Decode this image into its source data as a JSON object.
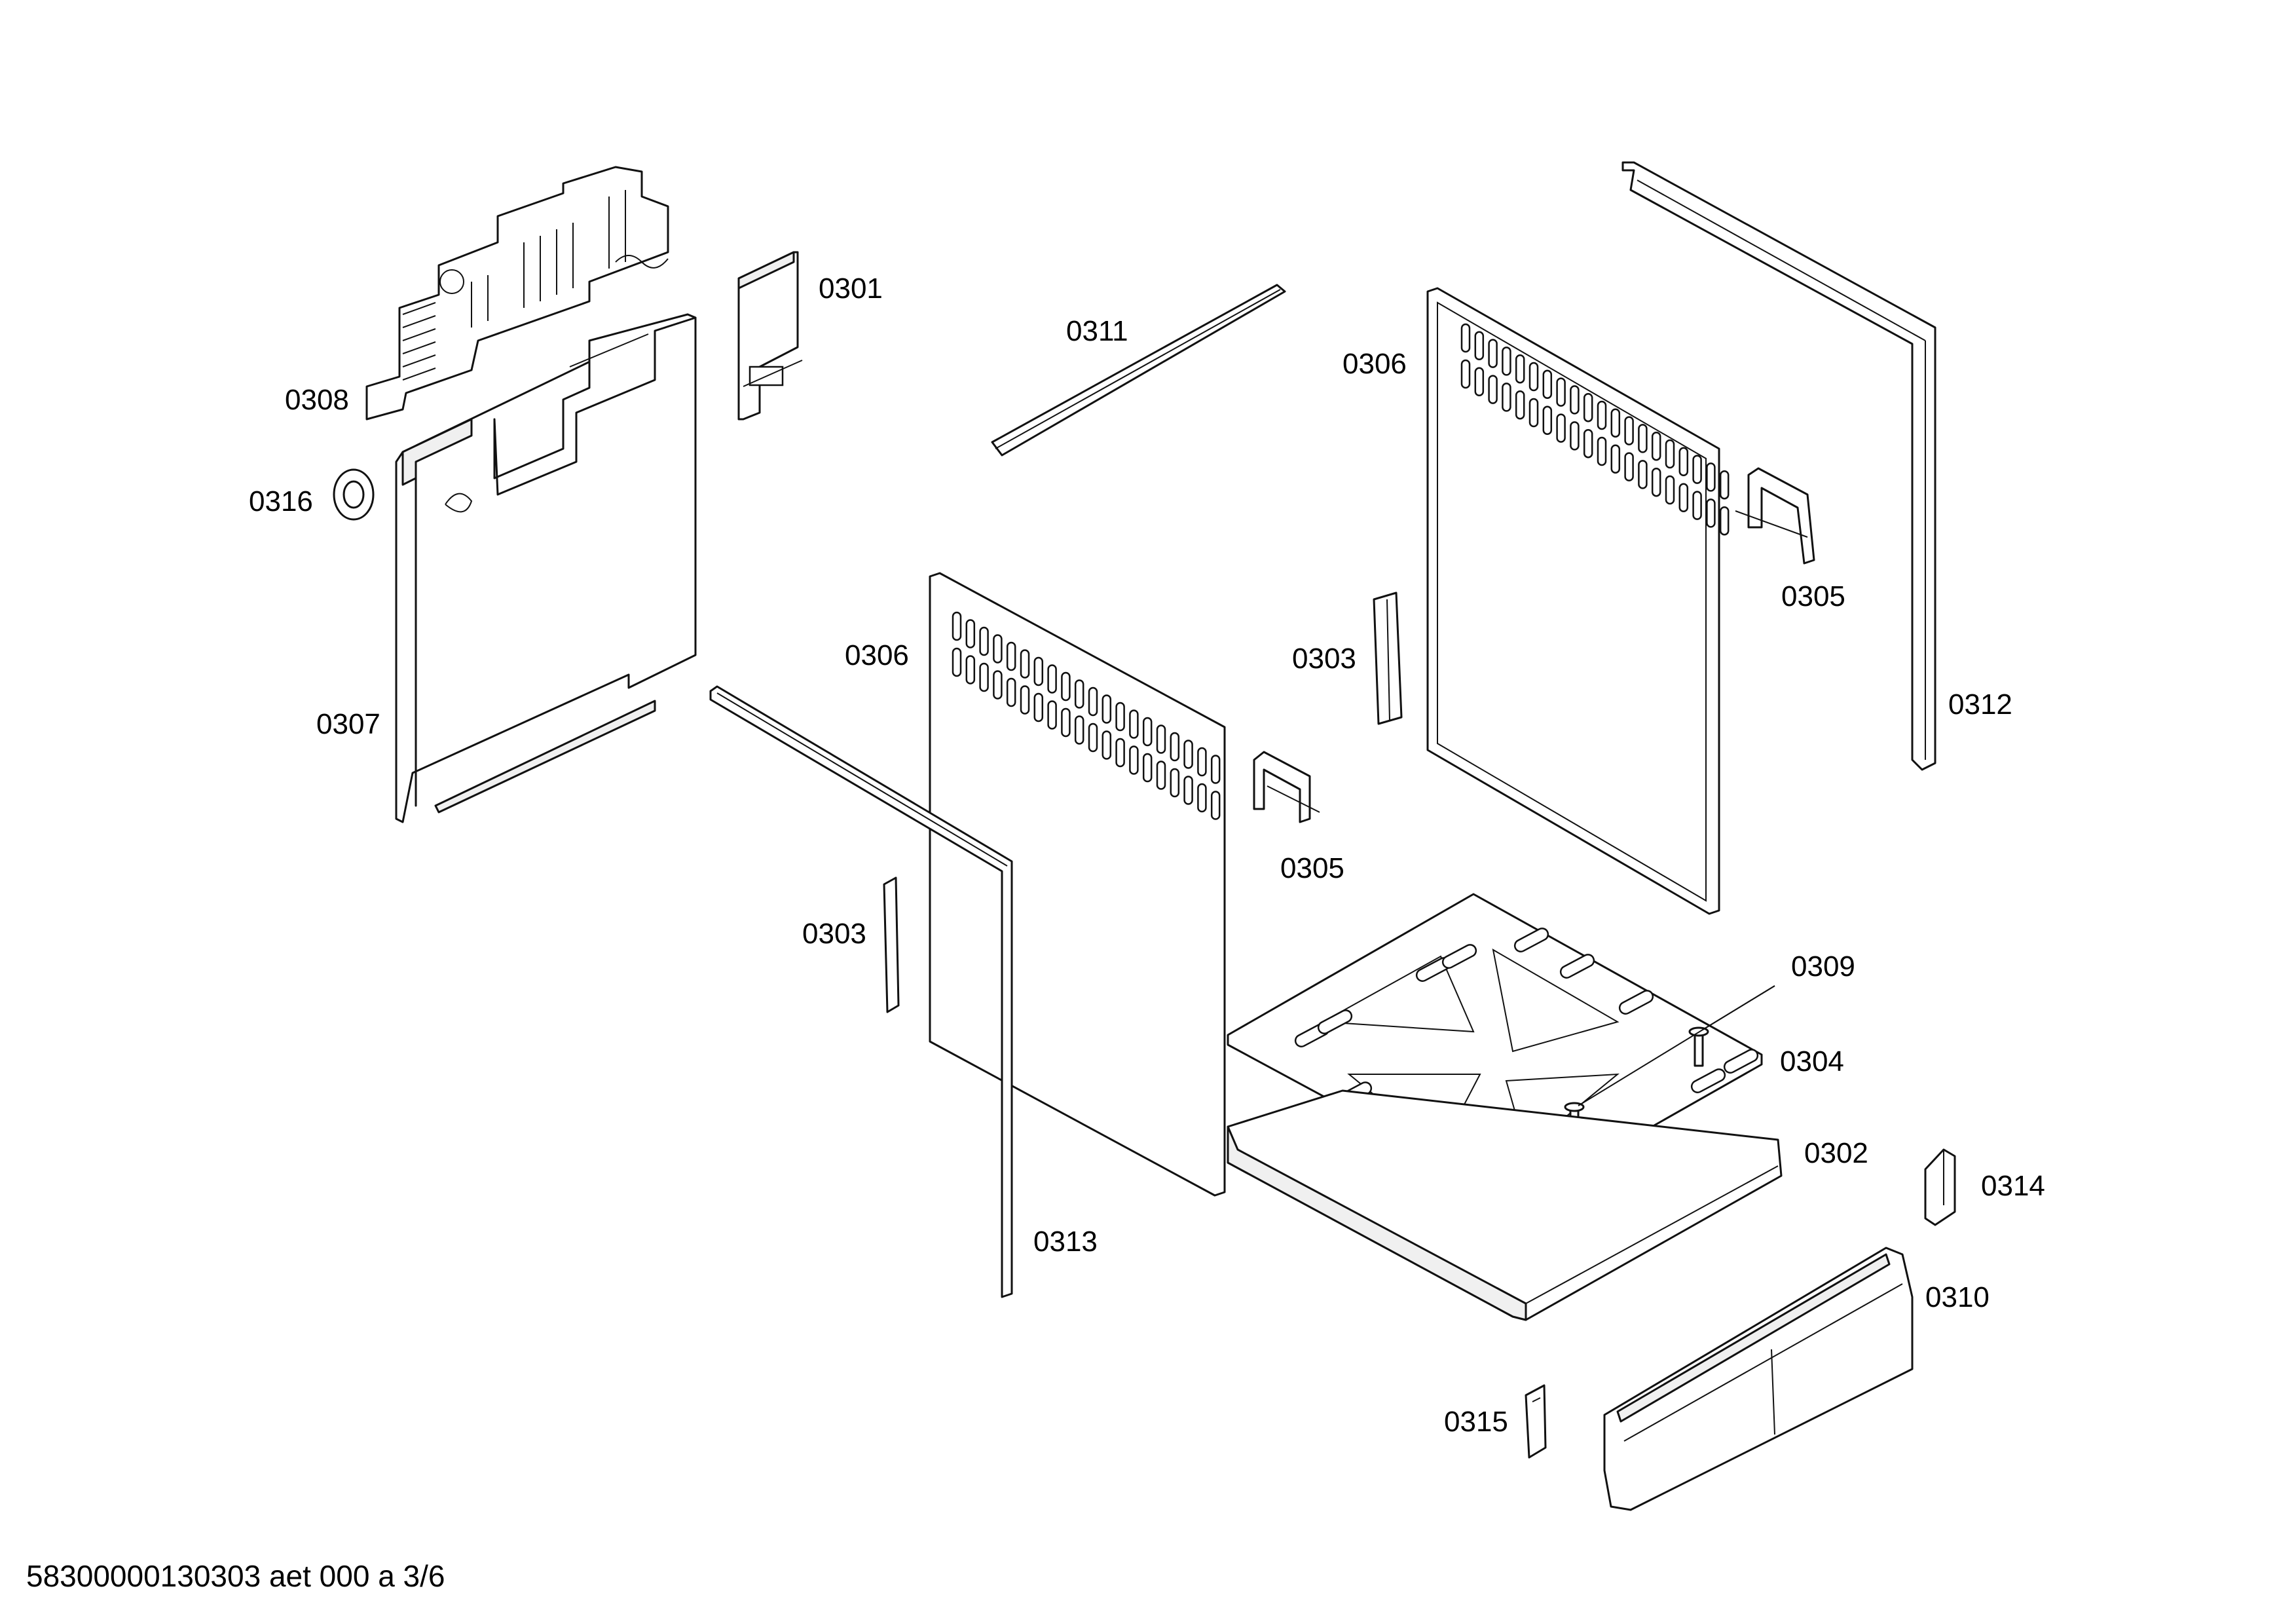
{
  "labels": {
    "p0301": "0301",
    "p0302": "0302",
    "p0303a": "0303",
    "p0303b": "0303",
    "p0304": "0304",
    "p0305a": "0305",
    "p0305b": "0305",
    "p0306a": "0306",
    "p0306b": "0306",
    "p0307": "0307",
    "p0308": "0308",
    "p0309": "0309",
    "p0310": "0310",
    "p0311": "0311",
    "p0312": "0312",
    "p0313": "0313",
    "p0314": "0314",
    "p0315": "0315",
    "p0316": "0316"
  },
  "footer": {
    "doc_id": "58300000130303 aet 000 a 3/6"
  }
}
